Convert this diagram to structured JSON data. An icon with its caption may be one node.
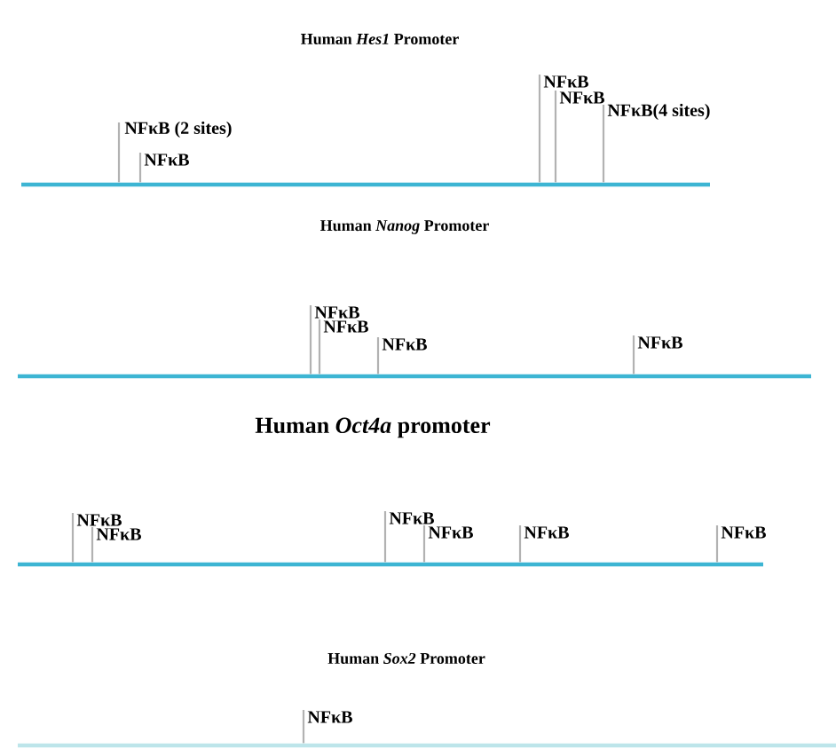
{
  "diagram": {
    "nodes": [
      {
        "text": [],
        "shape": "bar"
      },
      {
        "text": [
          "NFκB (2 sites)"
        ]
      },
      {
        "text": [
          "NFκB"
        ]
      },
      {
        "text": [
          "NFκB"
        ]
      },
      {
        "text": [
          "NFκB"
        ]
      },
      {
        "text": [
          "NFκB(4 sites)"
        ]
      },
      {
        "text": [],
        "shape": "bar"
      },
      {
        "text": [
          "NFκB"
        ]
      },
      {
        "text": [
          "NFκB"
        ]
      },
      {
        "text": [
          "NFκB"
        ]
      },
      {
        "text": [
          "NFκB"
        ]
      },
      {
        "text": [],
        "shape": "bar"
      },
      {
        "text": [
          "NFκB"
        ]
      },
      {
        "text": [
          "NFκB"
        ]
      },
      {
        "text": [
          "NFκB"
        ]
      },
      {
        "text": [
          "NFκB"
        ]
      },
      {
        "text": [
          "NFκB"
        ]
      },
      {
        "text": [
          "NFκB"
        ]
      },
      {
        "text": [],
        "shape": "bar"
      },
      {
        "text": [
          "NFκB"
        ]
      }
    ],
    "edges": [
      {
        "from": 1,
        "to": 0,
        "arrow": "none"
      },
      {
        "from": 2,
        "to": 0,
        "arrow": "none"
      },
      {
        "from": 3,
        "to": 0,
        "arrow": "none"
      },
      {
        "from": 4,
        "to": 0,
        "arrow": "none"
      },
      {
        "from": 5,
        "to": 0,
        "arrow": "none"
      },
      {
        "from": 7,
        "to": 6,
        "arrow": "none"
      },
      {
        "from": 8,
        "to": 6,
        "arrow": "none"
      },
      {
        "from": 9,
        "to": 6,
        "arrow": "none"
      },
      {
        "from": 10,
        "to": 6,
        "arrow": "none"
      },
      {
        "from": 12,
        "to": 11,
        "arrow": "none"
      },
      {
        "from": 13,
        "to": 11,
        "arrow": "none"
      },
      {
        "from": 14,
        "to": 11,
        "arrow": "none"
      },
      {
        "from": 15,
        "to": 11,
        "arrow": "none"
      },
      {
        "from": 16,
        "to": 11,
        "arrow": "none"
      },
      {
        "from": 17,
        "to": 11,
        "arrow": "none"
      },
      {
        "from": 19,
        "to": 18,
        "arrow": "none"
      }
    ],
    "labels": [
      "Human *Hes1* Promoter",
      "Human *Nanog* Promoter",
      "Human *Oct4a* promoter",
      "Human *Sox2* Promoter"
    ]
  }
}
